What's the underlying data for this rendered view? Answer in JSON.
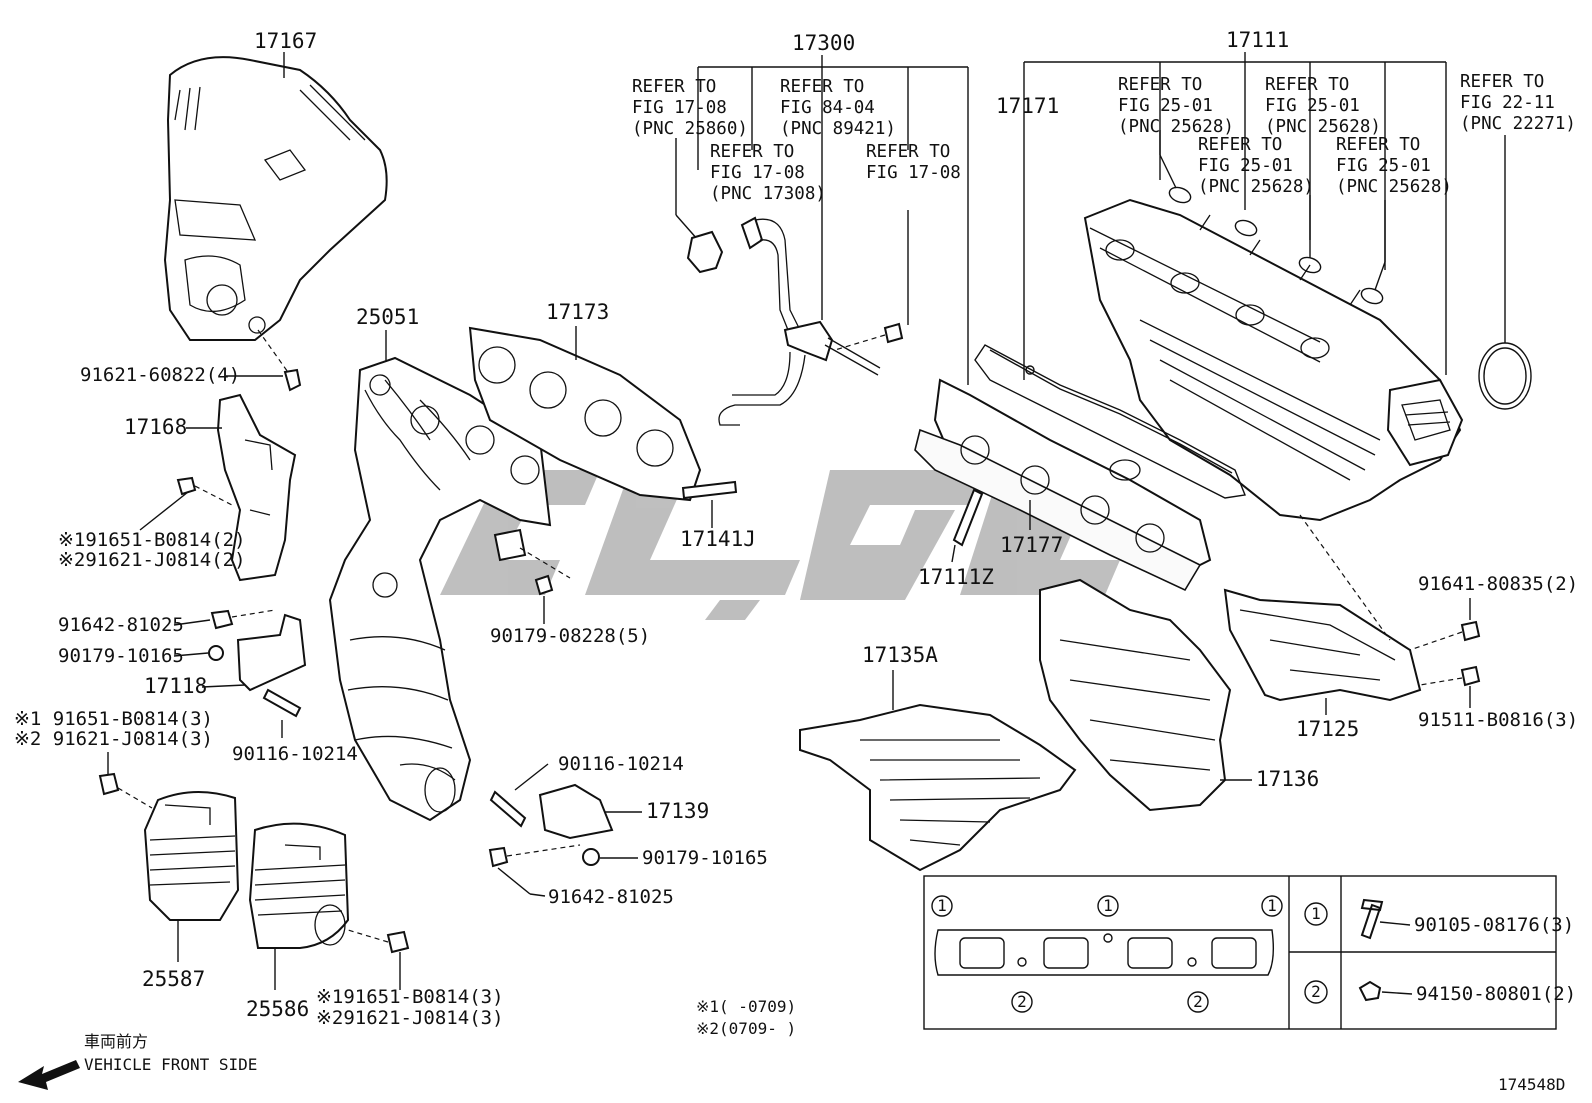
{
  "diagram_id": "174548D",
  "front_side": {
    "jp": "車両前方",
    "en": "VEHICLE FRONT SIDE"
  },
  "part_numbers": {
    "p17167": "17167",
    "p91621_60822": "91621-60822(4)",
    "p17168": "17168",
    "p191651": "※191651-B0814(2)",
    "p291621": "※291621-J0814(2)",
    "p91642_a": "91642-81025",
    "p90179_a": "90179-10165",
    "p17118": "17118",
    "p1_91651_3a": "※1 91651-B0814(3)",
    "p2_91621_3a": "※2 91621-J0814(3)",
    "p90116_a": "90116-10214",
    "p25587": "25587",
    "p25586": "25586",
    "p1_91651_3b": "※191651-B0814(3)",
    "p2_91621_3b": "※291621-J0814(3)",
    "p25051": "25051",
    "p17173": "17173",
    "p17141J": "17141J",
    "p90179_08228": "90179-08228(5)",
    "p90116_b": "90116-10214",
    "p17139": "17139",
    "p90179_b": "90179-10165",
    "p91642_b": "91642-81025",
    "p17300": "17300",
    "p17111": "17111",
    "p17171": "17171",
    "p17177": "17177",
    "p17111Z": "17111Z",
    "p17135A": "17135A",
    "p17136": "17136",
    "p17125": "17125",
    "p91641": "91641-80835(2)",
    "p91511": "91511-B0816(3)"
  },
  "refs": [
    {
      "l1": "REFER TO",
      "l2": "FIG 17-08",
      "l3": "(PNC 25860)"
    },
    {
      "l1": "REFER TO",
      "l2": "FIG 84-04",
      "l3": "(PNC 89421)"
    },
    {
      "l1": "REFER TO",
      "l2": "FIG 17-08",
      "l3": "(PNC 17308)"
    },
    {
      "l1": "REFER TO",
      "l2": "FIG 17-08",
      "l3": ""
    },
    {
      "l1": "REFER TO",
      "l2": "FIG 25-01",
      "l3": "(PNC 25628)"
    },
    {
      "l1": "REFER TO",
      "l2": "FIG 25-01",
      "l3": "(PNC 25628)"
    },
    {
      "l1": "REFER TO",
      "l2": "FIG 25-01",
      "l3": "(PNC 25628)"
    },
    {
      "l1": "REFER TO",
      "l2": "FIG 25-01",
      "l3": "(PNC 25628)"
    },
    {
      "l1": "REFER TO",
      "l2": "FIG 22-11",
      "l3": "(PNC 22271)"
    }
  ],
  "notes": {
    "n1": "※1(      -0709)",
    "n2": "※2(0709-      )"
  },
  "legend": {
    "mark1": "1",
    "mark2": "2",
    "row1_part": "90105-08176(3)",
    "row2_part": "94150-80801(2)"
  },
  "colors": {
    "ink": "#111111",
    "watermark": "#8a8a8a"
  }
}
